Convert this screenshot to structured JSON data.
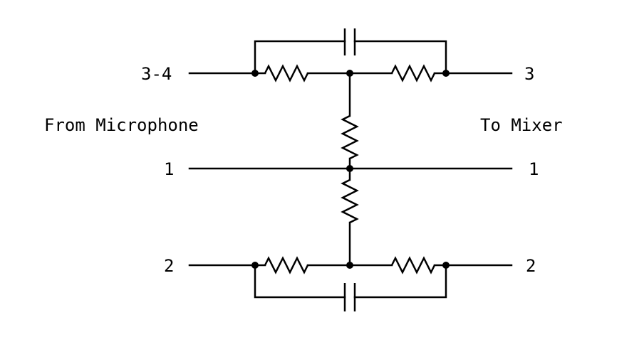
{
  "labels": {
    "left_top_pin": "3-4",
    "left_mid_pin": "1",
    "left_bottom_pin": "2",
    "right_top_pin": "3",
    "right_mid_pin": "1",
    "right_bottom_pin": "2",
    "from_side": "From Microphone",
    "to_side": "To Mixer"
  },
  "colors": {
    "ink": "#000000",
    "background": "#ffffff"
  }
}
